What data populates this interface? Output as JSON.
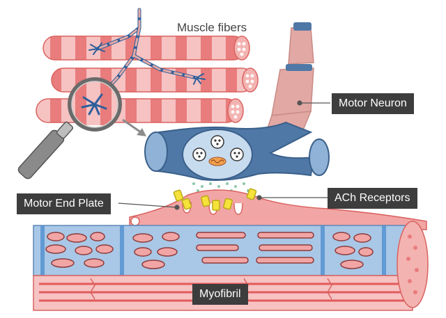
{
  "labels": {
    "muscle_fibers": "Muscle fibers",
    "motor_neuron": "Motor Neuron",
    "motor_end_plate": "Motor End Plate",
    "ach_receptors": "ACh Receptors",
    "myofibril": "Myofibril"
  },
  "colors": {
    "muscle_pink": "#f2a5a5",
    "muscle_light": "#f9d3d3",
    "muscle_stripe": "#e35b5b",
    "neuron_blue": "#4f78a6",
    "neuron_light": "#8fb2d6",
    "neuron_body": "#e2a8a3",
    "receptor_yellow": "#f5e23a",
    "label_bg": "#3d3d3d",
    "myofibril_blue": "#a9c7e6"
  }
}
